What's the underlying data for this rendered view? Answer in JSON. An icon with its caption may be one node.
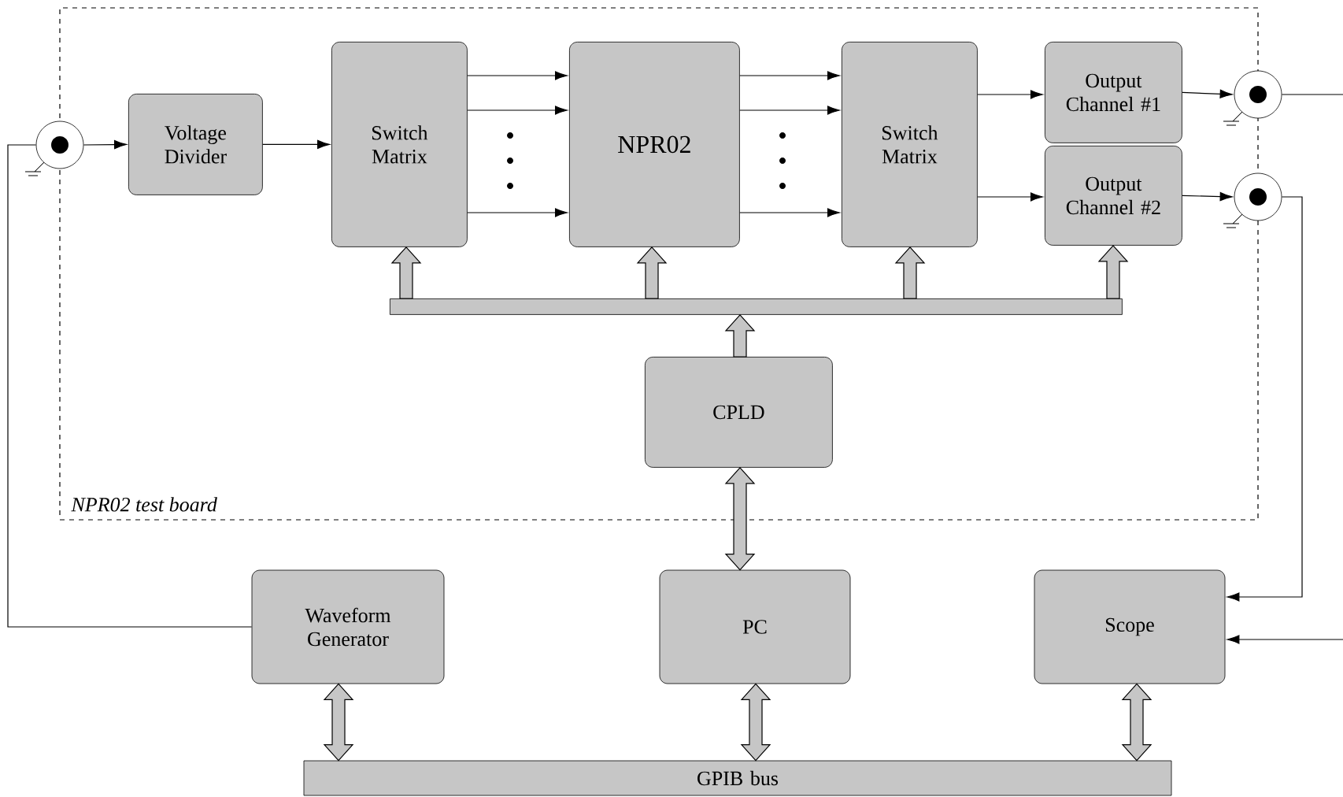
{
  "diagram": {
    "nodes": [
      {
        "text": [
          "NPR02 test board"
        ]
      },
      {
        "text": [
          "Voltage Divider"
        ],
        "in": 0
      },
      {
        "text": [
          "Switch Matrix"
        ],
        "in": 0
      },
      {
        "text": [
          "NPR02"
        ],
        "in": 0
      },
      {
        "text": [
          "Switch Matrix"
        ],
        "in": 0
      },
      {
        "text": [
          "Output Channel #1"
        ],
        "in": 0
      },
      {
        "text": [
          "Output Channel #2"
        ],
        "in": 0
      },
      {
        "text": [],
        "shape": "bar",
        "in": 0
      },
      {
        "text": [
          "CPLD"
        ],
        "in": 0
      },
      {
        "text": [],
        "shape": "circle"
      },
      {
        "text": [],
        "shape": "circle"
      },
      {
        "text": [],
        "shape": "circle"
      },
      {
        "text": [
          "Waveform Generator"
        ]
      },
      {
        "text": [
          "PC"
        ]
      },
      {
        "text": [
          "Scope"
        ]
      },
      {
        "text": [
          "GPIB bus"
        ]
      }
    ],
    "edges": [
      {
        "from": 9,
        "to": 1,
        "arrow": "to"
      },
      {
        "from": 1,
        "to": 2,
        "arrow": "to"
      },
      {
        "from": 2,
        "to": 3,
        "arrow": "to"
      },
      {
        "from": 2,
        "to": 3,
        "arrow": "to"
      },
      {
        "from": 2,
        "to": 3,
        "arrow": "to"
      },
      {
        "from": 3,
        "to": 4,
        "arrow": "to"
      },
      {
        "from": 3,
        "to": 4,
        "arrow": "to"
      },
      {
        "from": 3,
        "to": 4,
        "arrow": "to"
      },
      {
        "from": 4,
        "to": 5,
        "arrow": "to"
      },
      {
        "from": 4,
        "to": 6,
        "arrow": "to"
      },
      {
        "from": 5,
        "to": 10,
        "arrow": "to"
      },
      {
        "from": 6,
        "to": 11,
        "arrow": "to"
      },
      {
        "from": 10,
        "to": null,
        "arrow": "none"
      },
      {
        "from": 11,
        "to": 14,
        "arrow": "to"
      },
      {
        "from": null,
        "to": 14,
        "arrow": "to"
      },
      {
        "from": 12,
        "to": 9,
        "arrow": "none"
      },
      {
        "from": 7,
        "to": 2,
        "arrow": "to",
        "style": "thick"
      },
      {
        "from": 7,
        "to": 3,
        "arrow": "to",
        "style": "thick"
      },
      {
        "from": 7,
        "to": 4,
        "arrow": "to",
        "style": "thick"
      },
      {
        "from": 7,
        "to": 6,
        "arrow": "to",
        "style": "thick"
      },
      {
        "from": 8,
        "to": 7,
        "arrow": "to",
        "style": "thick"
      },
      {
        "from": 13,
        "to": 8,
        "arrow": "both",
        "style": "thick"
      },
      {
        "from": 12,
        "to": 15,
        "arrow": "both",
        "style": "thick"
      },
      {
        "from": 13,
        "to": 15,
        "arrow": "both",
        "style": "thick"
      },
      {
        "from": 14,
        "to": 15,
        "arrow": "both",
        "style": "thick"
      }
    ]
  }
}
